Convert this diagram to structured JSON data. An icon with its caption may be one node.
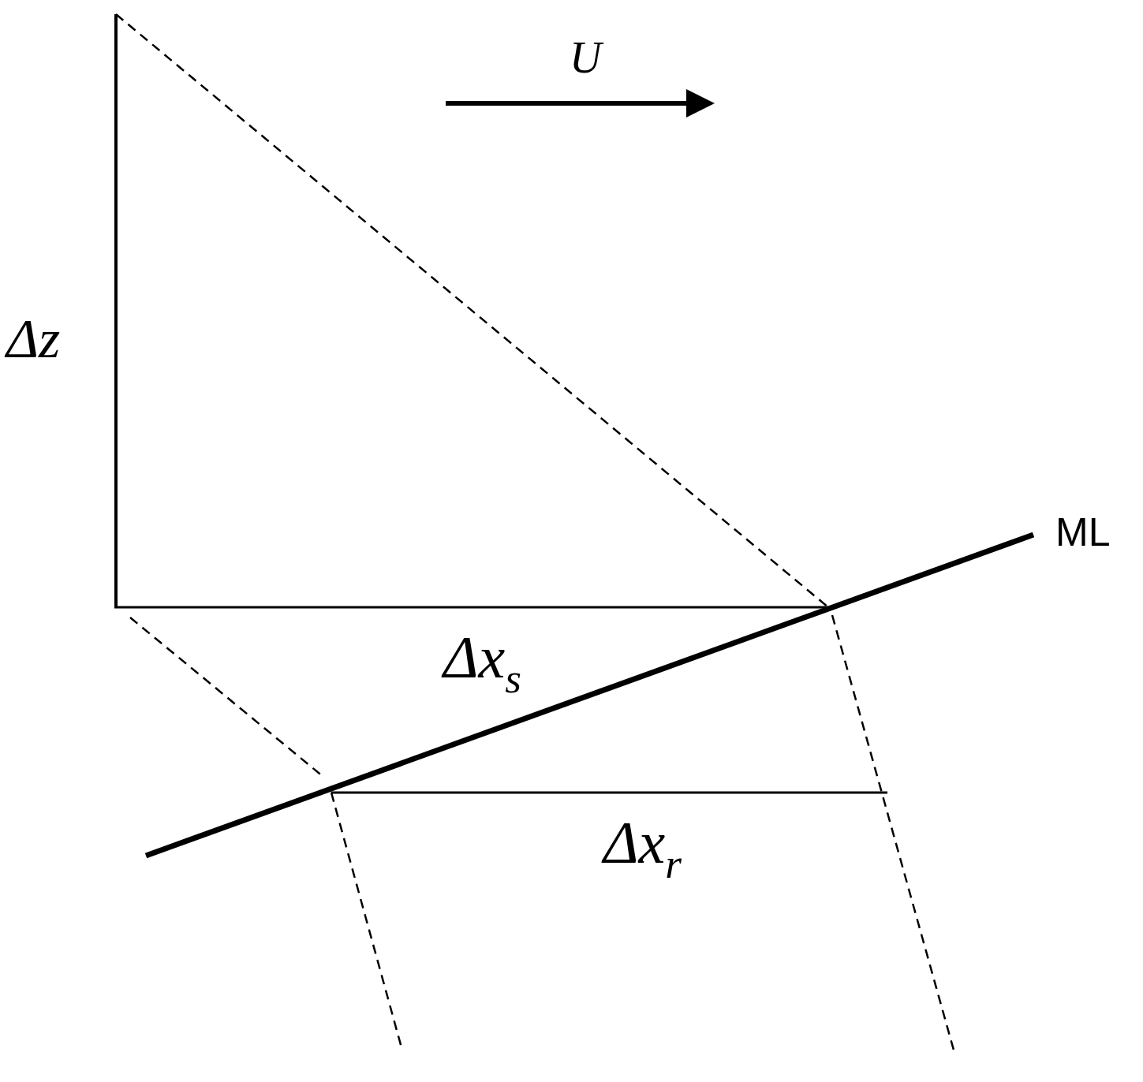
{
  "diagram": {
    "labels": [
      "U",
      "Δz",
      "ML",
      "Δx$_{s}$",
      "Δx$_{r}$"
    ]
  }
}
